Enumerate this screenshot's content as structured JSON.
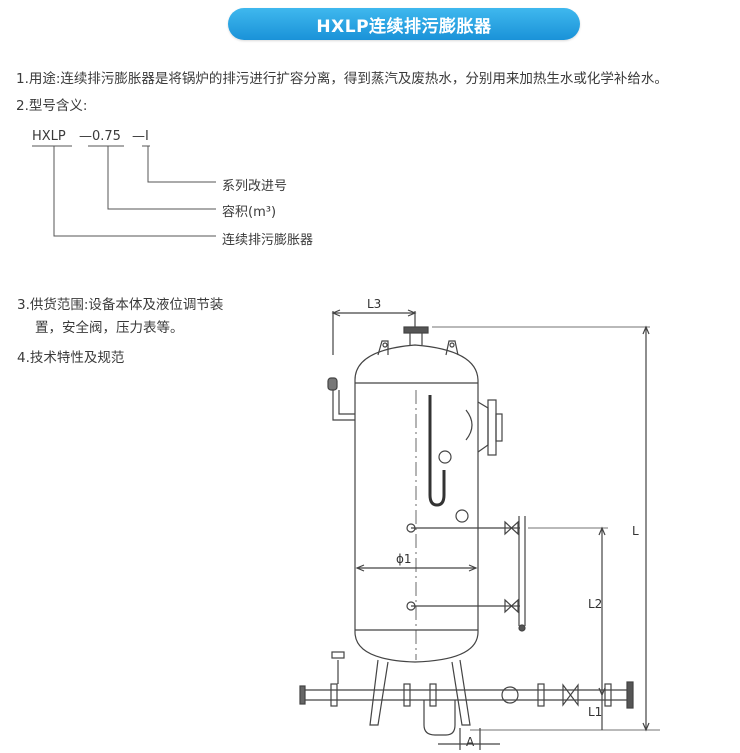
{
  "header": {
    "title": "HXLP连续排污膨胀器"
  },
  "sections": {
    "usage": "1.用途:连续排污膨胀器是将锅炉的排污进行扩容分离，得到蒸汽及废热水，分别用来加热生水或化学补给水。",
    "model_meaning": "2.型号含义:",
    "supply_line1": "3.供货范围:设备本体及液位调节装",
    "supply_line2": "置，安全阀，压力表等。",
    "specs": "4.技术特性及规范"
  },
  "model_code": {
    "part1": "HXLP",
    "part2": "—0.75",
    "part3": "—I",
    "labels": {
      "improvement": "系列改进号",
      "volume": "容积(m³)",
      "product": "连续排污膨胀器"
    }
  },
  "drawing": {
    "dims": {
      "l3": "L3",
      "phi1": "ϕ1",
      "l": "L",
      "l2": "L2",
      "l1": "L1",
      "a": "A"
    }
  }
}
